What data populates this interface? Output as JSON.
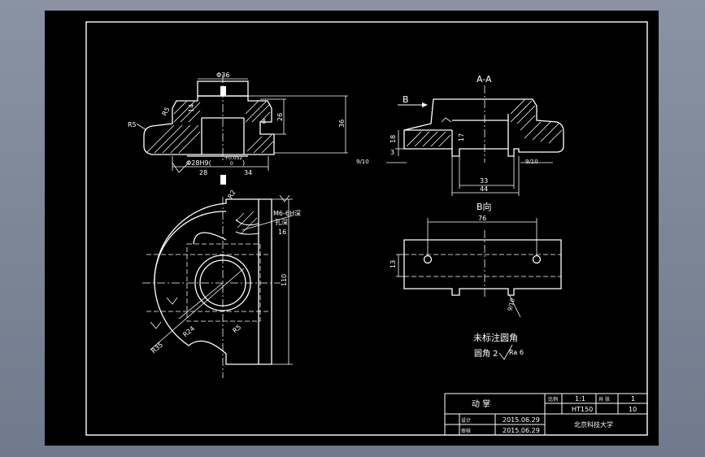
{
  "top_view": {
    "dims": {
      "d36": "Φ36",
      "d14": "14",
      "r5": "R5",
      "r5b": "R5",
      "d8": "8",
      "d26": "26",
      "d36v": "36",
      "d28h9": "Φ28H9(",
      "tol_up": "+0.052",
      "tol_lo": "0",
      "tol_close": ")",
      "d28": "28",
      "d34": "34"
    },
    "roughness": "9/10"
  },
  "section_aa": {
    "title": "A-A",
    "view_b_arrow": "B",
    "dims": {
      "d18": "18",
      "d3": "3",
      "d17": "17",
      "d33": "33",
      "d44": "44"
    },
    "roughness_left": "9/10",
    "roughness_right": "9/10"
  },
  "front_view": {
    "dims": {
      "r2": "R2",
      "thread": "M6-6H深",
      "depth": "孔深",
      "d16": "16",
      "d110": "110",
      "r24": "R24",
      "r5": "R5",
      "r35": "R35"
    }
  },
  "view_b": {
    "title": "B向",
    "dims": {
      "d76": "76",
      "d13": "13"
    },
    "roughness": "9/10"
  },
  "notes": {
    "title": "未标注圆角",
    "line": "圆角 2",
    "roughness": "Ra 6"
  },
  "title_block": {
    "part_name": "动  掌",
    "scale_label": "比例",
    "scale": "1:1",
    "sheet_label": "共 张",
    "sheet": "1",
    "material": "HT150",
    "qty": "10",
    "designer_label": "设计",
    "checker_label": "审核",
    "date1": "2015.06.29",
    "date2": "2015.06.29",
    "school": "北京科技大学"
  }
}
